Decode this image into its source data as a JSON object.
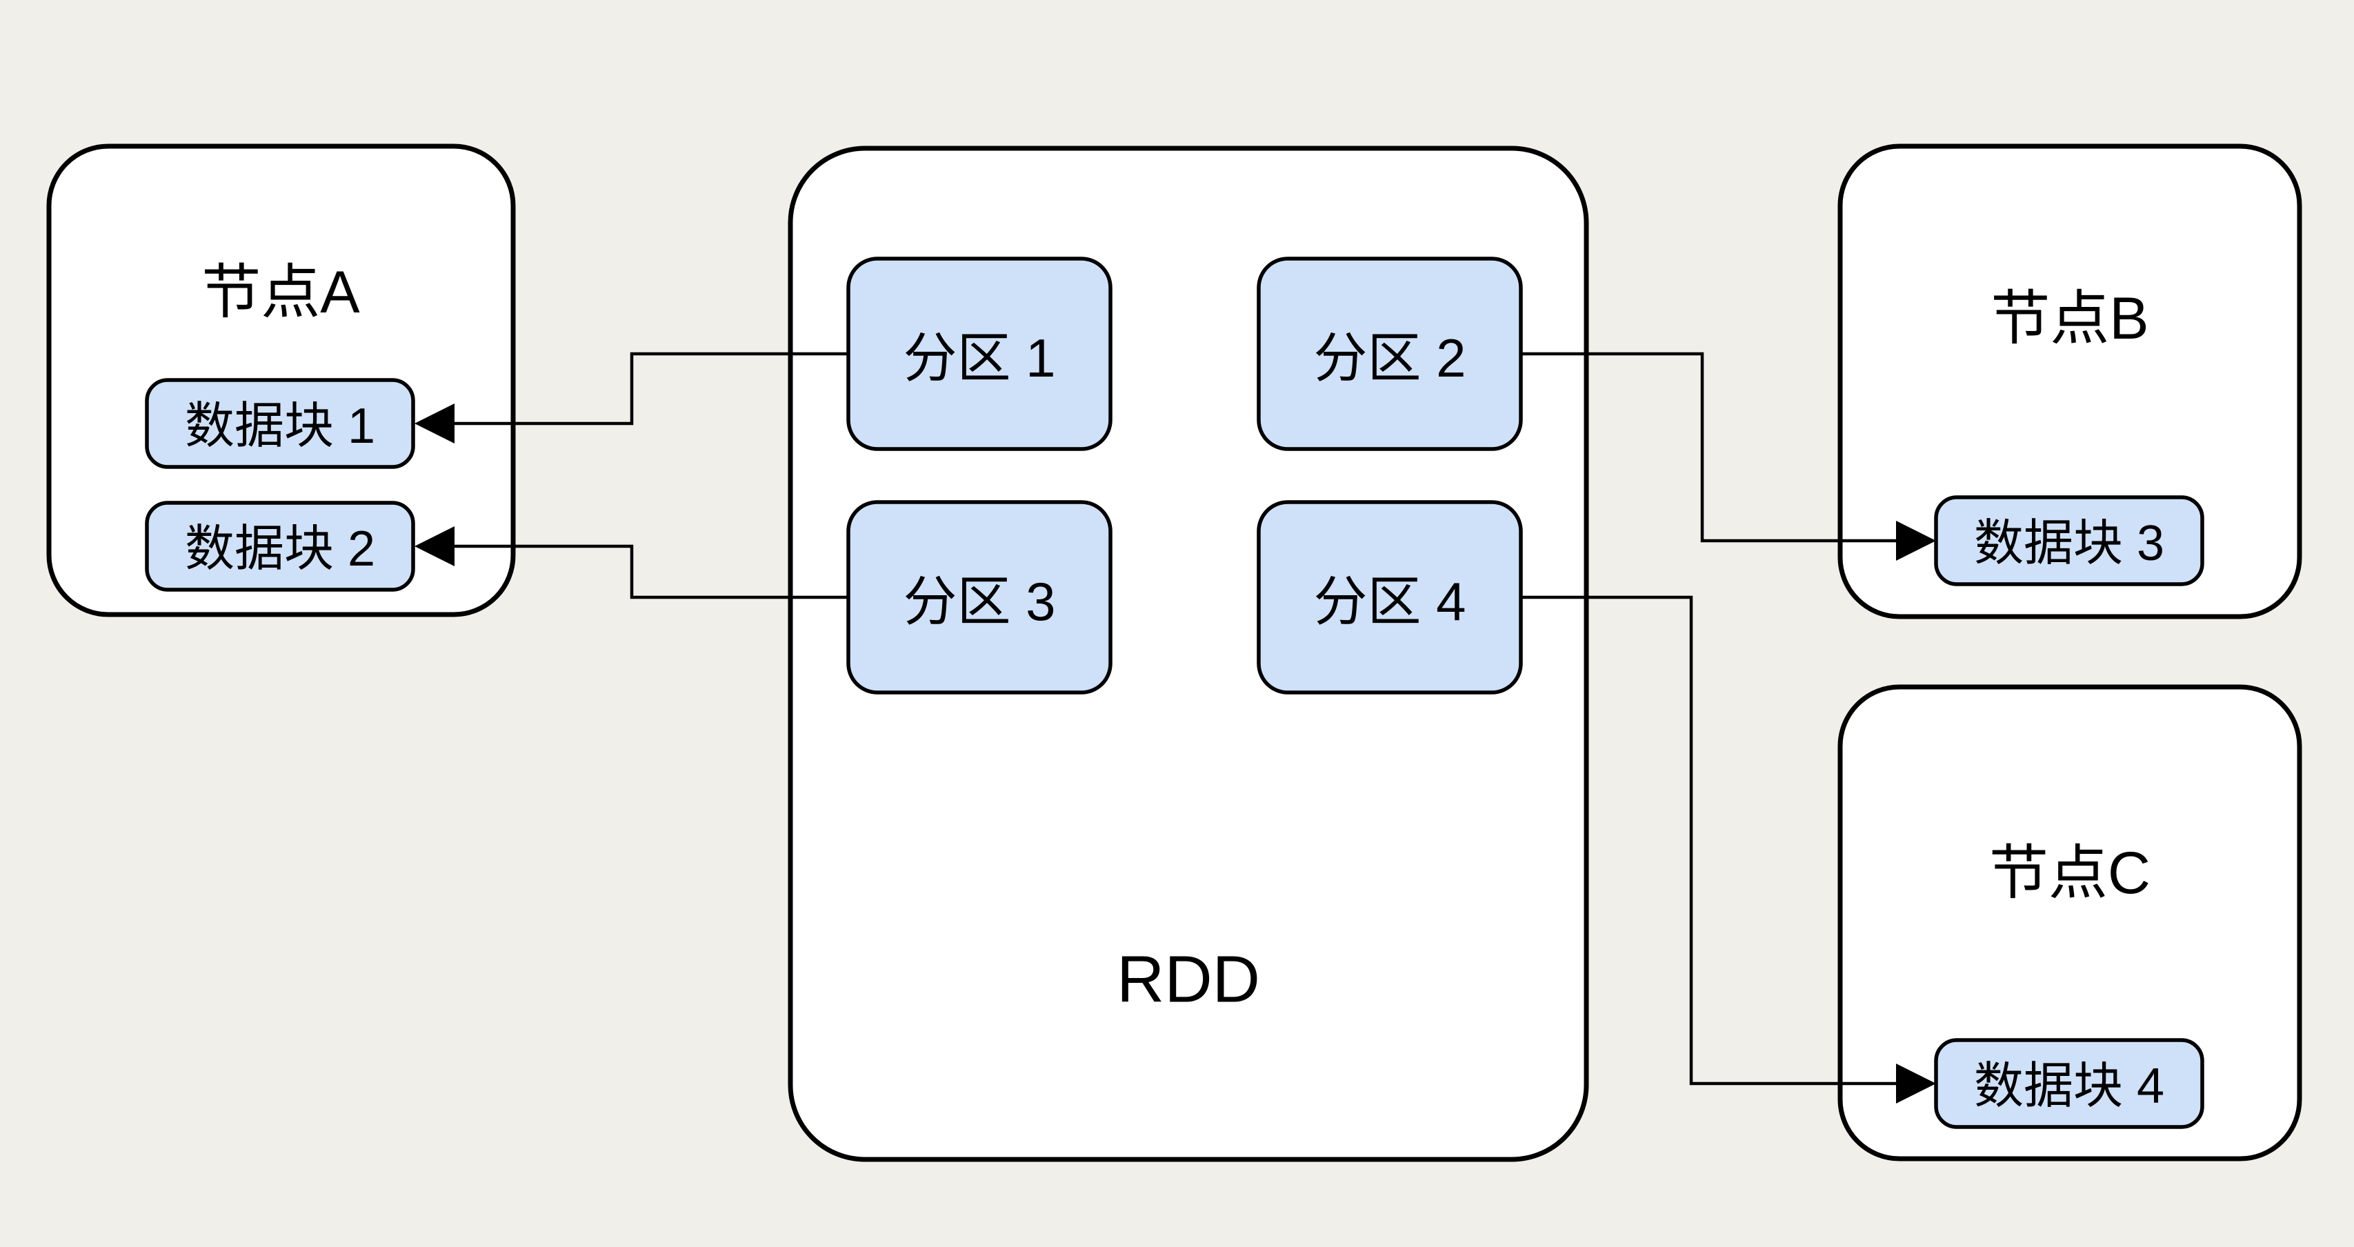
{
  "colors": {
    "background": "#f1efe9",
    "node_fill": "#ffffff",
    "cell_fill": "#cfe1f8",
    "line": "#000000"
  },
  "nodes": {
    "node_a": {
      "label": "节点A"
    },
    "node_b": {
      "label": "节点B"
    },
    "node_c": {
      "label": "节点C"
    }
  },
  "rdd": {
    "label": "RDD",
    "partitions": {
      "p1": {
        "label": "分区 1"
      },
      "p2": {
        "label": "分区 2"
      },
      "p3": {
        "label": "分区 3"
      },
      "p4": {
        "label": "分区 4"
      }
    }
  },
  "blocks": {
    "b1": {
      "label": "数据块 1"
    },
    "b2": {
      "label": "数据块 2"
    },
    "b3": {
      "label": "数据块 3"
    },
    "b4": {
      "label": "数据块 4"
    }
  },
  "edges": [
    {
      "from": "分区 1",
      "to": "数据块 1",
      "arrow": "left"
    },
    {
      "from": "分区 3",
      "to": "数据块 2",
      "arrow": "left"
    },
    {
      "from": "分区 2",
      "to": "数据块 3",
      "arrow": "right"
    },
    {
      "from": "分区 4",
      "to": "数据块 4",
      "arrow": "right"
    }
  ]
}
